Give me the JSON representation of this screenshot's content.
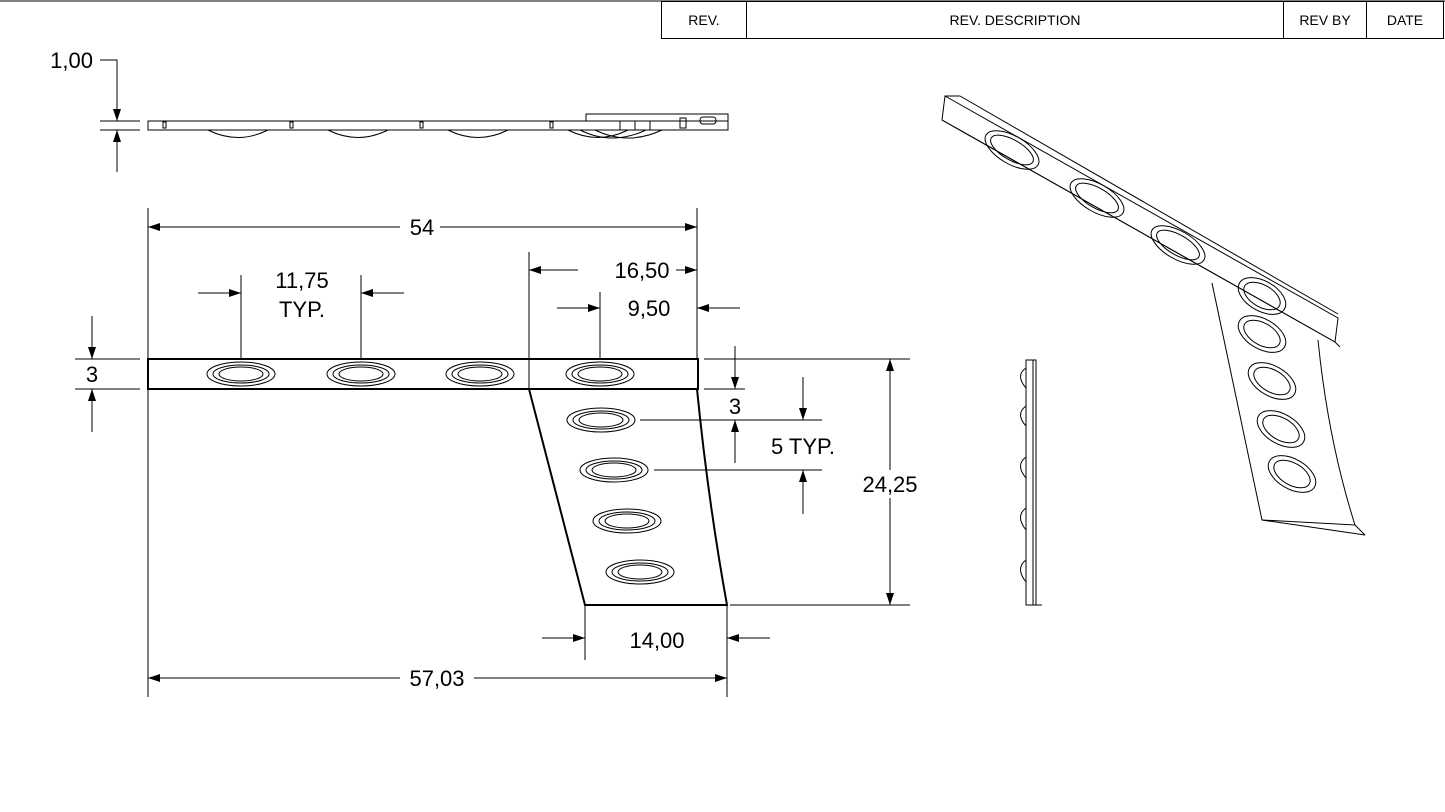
{
  "rev_table": {
    "headers": [
      "REV.",
      "REV. DESCRIPTION",
      "REV BY",
      "DATE"
    ]
  },
  "dimensions": {
    "thickness": "1,00",
    "overall_width": "54",
    "hole_pitch": "11,75",
    "hole_pitch_note": "TYP.",
    "leg_offset": "16,50",
    "last_hole_offset": "9,50",
    "bar_height": "3",
    "first_row_offset": "3",
    "row_pitch": "5 TYP.",
    "leg_height": "24,25",
    "leg_bottom_width": "14,00",
    "overall_span": "57,03"
  }
}
